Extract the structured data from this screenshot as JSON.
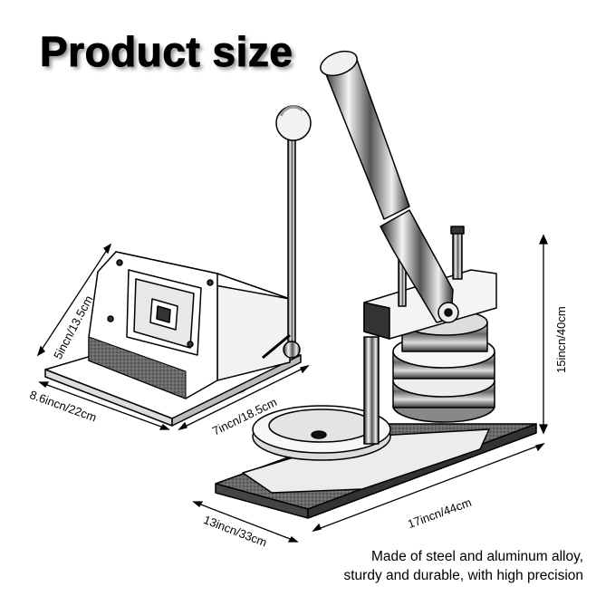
{
  "title": "Product size",
  "colors": {
    "ink": "#000000",
    "metal_dark": "#333333",
    "metal_mid": "#9a9a9a",
    "metal_light": "#e6e6e6",
    "base": "#5a5a5a",
    "background": "#ffffff"
  },
  "dimensions": {
    "cutter_height": "5incn/13.5cm",
    "cutter_length": "8.6incn/22cm",
    "cutter_depth": "7incn/18.5cm",
    "press_height": "15incn/40cm",
    "press_length": "17incn/44cm",
    "press_width": "13incn/33cm"
  },
  "caption": {
    "line1": "Made of steel and aluminum alloy,",
    "line2": "sturdy and durable, with high precision"
  }
}
